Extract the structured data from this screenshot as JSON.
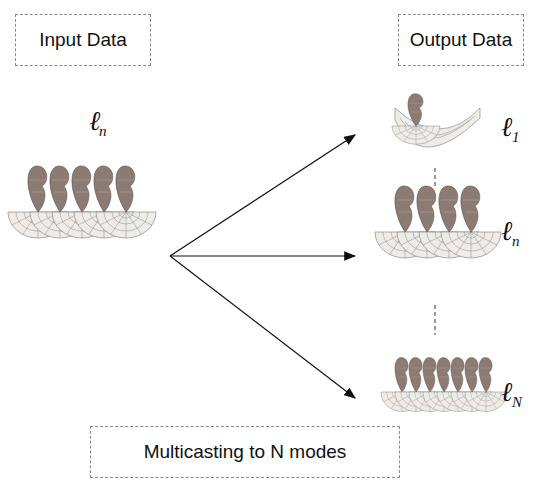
{
  "diagram": {
    "nodes": [
      {
        "text": [
          "Input Data"
        ]
      },
      {
        "text": [
          "Output Data"
        ]
      },
      {
        "text": [
          "Multicasting to N modes"
        ]
      }
    ],
    "labels": [
      "ℓ",
      "n",
      "ℓ",
      "1",
      "ℓ",
      "n",
      "ℓ",
      "N"
    ]
  }
}
